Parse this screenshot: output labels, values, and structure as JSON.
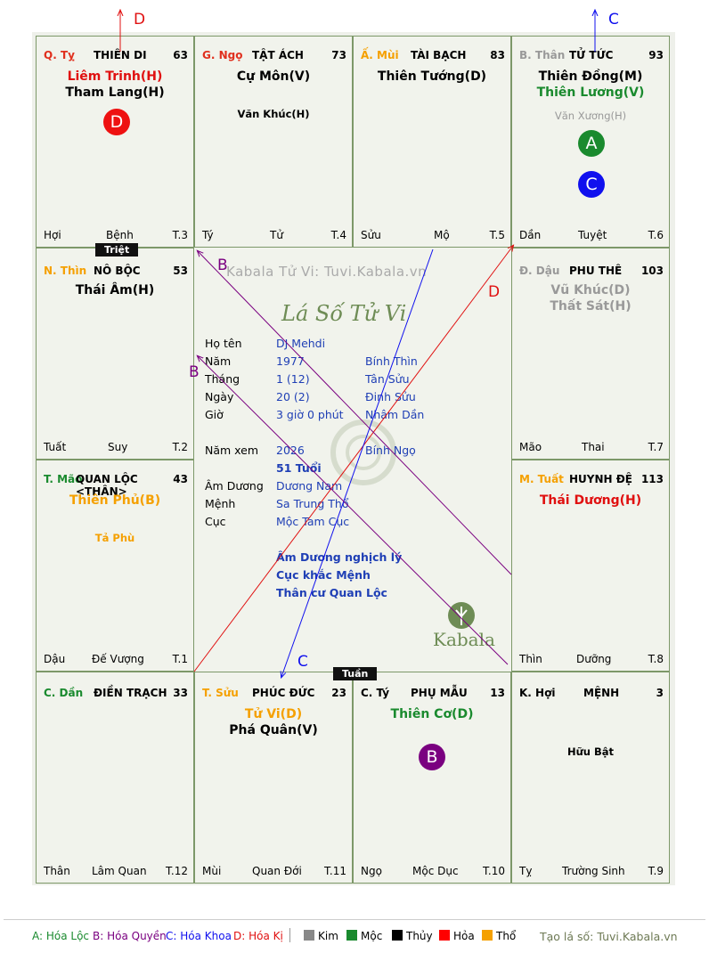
{
  "watermark": "Kabala Tử Vi: Tuvi.Kabala.vn",
  "center_title": "Lá Số Tử Vi",
  "logo_text": "Kabala",
  "corner_markers": {
    "top_left": "D",
    "top_right": "C"
  },
  "palaces": {
    "ty_top": {
      "branch": "Q. Tỵ",
      "name": "THIÊN DI",
      "num": "63",
      "stars": [
        "Liêm Trinh(H)",
        "Tham Lang(H)"
      ],
      "minor": "",
      "foot_left": "Hợi",
      "foot_mid": "Bệnh",
      "foot_right": "T.3"
    },
    "ngo": {
      "branch": "G. Ngọ",
      "name": "TẬT ÁCH",
      "num": "73",
      "stars": [
        "Cự Môn(V)"
      ],
      "minor": "Văn Khúc(H)",
      "foot_left": "Tý",
      "foot_mid": "Tử",
      "foot_right": "T.4"
    },
    "mui": {
      "branch": "Ấ. Mùi",
      "name": "TÀI BẠCH",
      "num": "83",
      "stars": [
        "Thiên Tướng(D)"
      ],
      "minor": "",
      "foot_left": "Sửu",
      "foot_mid": "Mộ",
      "foot_right": "T.5"
    },
    "than": {
      "branch": "B. Thân",
      "name": "TỬ TỨC",
      "num": "93",
      "stars": [
        "Thiên Đồng(M)",
        "Thiên Lương(V)"
      ],
      "minor": "Văn Xương(H)",
      "foot_left": "Dần",
      "foot_mid": "Tuyệt",
      "foot_right": "T.6"
    },
    "thin": {
      "branch": "N. Thìn",
      "name": "NÔ BỘC",
      "num": "53",
      "stars": [
        "Thái Âm(H)"
      ],
      "minor": "",
      "foot_left": "Tuất",
      "foot_mid": "Suy",
      "foot_right": "T.2"
    },
    "dau": {
      "branch": "Đ. Dậu",
      "name": "PHU THÊ",
      "num": "103",
      "stars": [
        "Vũ Khúc(D)",
        "Thất Sát(H)"
      ],
      "minor": "",
      "foot_left": "Mão",
      "foot_mid": "Thai",
      "foot_right": "T.7"
    },
    "mao": {
      "branch": "T. Mão",
      "name": "QUAN LỘC <THÂN>",
      "num": "43",
      "stars": [
        "Thiên Phủ(B)"
      ],
      "minor": "Tả Phù",
      "foot_left": "Dậu",
      "foot_mid": "Đế Vượng",
      "foot_right": "T.1"
    },
    "tuat": {
      "branch": "M. Tuất",
      "name": "HUYNH ĐỆ",
      "num": "113",
      "stars": [
        "Thái Dương(H)"
      ],
      "minor": "",
      "foot_left": "Thìn",
      "foot_mid": "Dưỡng",
      "foot_right": "T.8"
    },
    "dan": {
      "branch": "C. Dần",
      "name": "ĐIỀN TRẠCH",
      "num": "33",
      "stars": [],
      "minor": "",
      "foot_left": "Thân",
      "foot_mid": "Lâm Quan",
      "foot_right": "T.12"
    },
    "suu": {
      "branch": "T. Sửu",
      "name": "PHÚC ĐỨC",
      "num": "23",
      "stars": [
        "Tử Vi(D)",
        "Phá Quân(V)"
      ],
      "minor": "",
      "foot_left": "Mùi",
      "foot_mid": "Quan Đới",
      "foot_right": "T.11"
    },
    "ty_bot": {
      "branch": "C. Tý",
      "name": "PHỤ MẪU",
      "num": "13",
      "stars": [
        "Thiên Cơ(D)"
      ],
      "minor": "",
      "foot_left": "Ngọ",
      "foot_mid": "Mộc Dục",
      "foot_right": "T.10"
    },
    "hoi": {
      "branch": "K. Hợi",
      "name": "MỆNH",
      "num": "3",
      "stars": [],
      "minor": "Hữu Bật",
      "foot_left": "Tỵ",
      "foot_mid": "Trường Sinh",
      "foot_right": "T.9"
    }
  },
  "badges": {
    "ty_top": "D",
    "than_a": "A",
    "than_c": "C",
    "ty_bot": "B"
  },
  "tags": {
    "triet": "Triệt",
    "tuan": "Tuần"
  },
  "arrow_labels": {
    "b1": "B",
    "b2": "B",
    "d": "D",
    "c": "C"
  },
  "info": {
    "ho_ten_label": "Họ tên",
    "ho_ten": "DJ Mehdi",
    "nam_label": "Năm",
    "nam": "1977",
    "nam_can": "Bính Thìn",
    "thang_label": "Tháng",
    "thang": "1  (12)",
    "thang_can": "Tân Sửu",
    "ngay_label": "Ngày",
    "ngay": "20  (2)",
    "ngay_can": "Đinh Sửu",
    "gio_label": "Giờ",
    "gio": "3 giờ 0 phút",
    "gio_can": "Nhâm Dần",
    "namxem_label": "Năm xem",
    "namxem": "2026",
    "namxem_can": "Bính Ngọ",
    "tuoi": "51 Tuổi",
    "amduong_label": "Âm Dương",
    "amduong": "Dương Nam",
    "menh_label": "Mệnh",
    "menh": "Sa Trung Thổ",
    "cuc_label": "Cục",
    "cuc": "Mộc Tam Cục",
    "note1": "Âm Dương nghịch lý",
    "note2": "Cục khắc Mệnh",
    "note3": "Thân cư Quan Lộc"
  },
  "legend": {
    "a": "A: Hóa Lộc",
    "b": "B: Hóa Quyền",
    "c": "C: Hóa Khoa",
    "d": "D: Hóa Kị",
    "kim": "Kim",
    "moc": "Mộc",
    "thuy": "Thủy",
    "hoa": "Hỏa",
    "tho": "Thổ",
    "site": "Tạo lá số: Tuvi.Kabala.vn"
  },
  "colors": {
    "kim": "#888888",
    "moc": "#1a8a2e",
    "thuy": "#000000",
    "hoa": "#ff0000",
    "tho": "#f5a000",
    "blue": "#1f3fb5",
    "purple": "#7a0080"
  }
}
